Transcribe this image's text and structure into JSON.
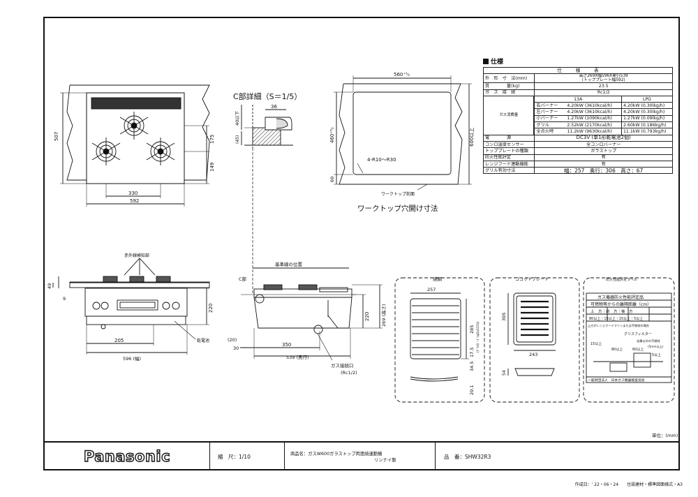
{
  "spec": {
    "title": "仕様",
    "header": "仕　　　様　　　表",
    "rows": [
      {
        "label": "外　形　寸　法(mm)",
        "value": "高さ269X幅596X奥行539\n(トッププレート幅592)"
      },
      {
        "label": "質　　　　量(kg)",
        "value": "23.5"
      },
      {
        "label": "ガ　ス　接　続",
        "value": "Rc1/2"
      }
    ],
    "gas_group_label": "ガス消費量",
    "gas_columns": [
      "13A",
      "LPG"
    ],
    "gas_rows": [
      {
        "label": "右バーナー",
        "a": "4.20kW (3610kcal/h)",
        "b": "4.20kW (0.30lkg/h)"
      },
      {
        "label": "左バーナー",
        "a": "4.20kW (3610kcal/h)",
        "b": "4.20kW (0.30lkg/h)"
      },
      {
        "label": "小バーナー",
        "a": "1.27kW (1090kcal/h)",
        "b": "1.27kW (0.09lkg/h)"
      },
      {
        "label": "グリル",
        "a": "2.52kW (2170kcal/h)",
        "b": "2.60kW (0.186kg/h)"
      },
      {
        "label": "全点火時",
        "a": "11.2kW (9630kcal/h)",
        "b": "11.1kW (0.793kg/h)"
      }
    ],
    "rows2": [
      {
        "label": "電　　　　源",
        "value": "DC3V (単1形乾電池2個)"
      },
      {
        "label": "コンロ温度センサー",
        "value": "全コンロバーナー"
      },
      {
        "label": "トッププレートの種類",
        "value": "ガラストップ"
      },
      {
        "label": "防火性能評定",
        "value": "有"
      },
      {
        "label": "レンジフード連動機能",
        "value": "有"
      },
      {
        "label": "グリル有効寸法",
        "value": "幅：257　奥行：306　高さ：67"
      }
    ]
  },
  "top_view": {
    "dim_507": "507",
    "dim_175": "175",
    "dim_149": "149",
    "dim_330": "330",
    "dim_592": "592"
  },
  "detail_c": {
    "title": "C部詳細（S＝1/5）",
    "dim_36": "36",
    "dim_40": "40以下",
    "dim_45": "(45)"
  },
  "cutout": {
    "dim_560": "560⁺⁵₀",
    "dim_460": "460⁺⁵₀",
    "dim_600": "600以上",
    "dim_60": "60",
    "radius": "4-R10～R30",
    "front_label": "ワークトップ前面",
    "caption": "ワークトップ穴開け寸法"
  },
  "front_view": {
    "sensor_label": "赤外線検知部",
    "dim_49": "49",
    "dim_9": "9",
    "dim_220": "220",
    "dim_205": "205",
    "dim_596": "596 (幅)",
    "battery_label": "乾電池"
  },
  "side_view": {
    "ref_line": "基準線の位置",
    "c_part": "C部",
    "dim_220": "220",
    "dim_269": "269 (高さ)",
    "dim_20": "(20)",
    "dim_30": "30",
    "dim_350": "350",
    "dim_539": "539 (奥行)",
    "gas_port": "ガス接続口",
    "gas_port2": "(Rc1/2)"
  },
  "grill_box": {
    "title": "焼網",
    "dim_257": "257",
    "dim_285": "285",
    "dim_285b": "(ｸﾞﾘﾙｶﾞｰﾄﾞ(φ5x115))",
    "dim_175": "17.5",
    "dim_345": "34.5",
    "dim_201": "20.1"
  },
  "cocotte_box": {
    "title": "ココットプレート",
    "dim_305": "305",
    "dim_243": "243",
    "dim_54": "54"
  },
  "label_box": {
    "title": "防火性能評定ラベル",
    "l1": "ガス機器防火性能評定品",
    "l2": "可燃物等からの離隔距離（cm）",
    "l3": "上　方｜前　方｜後　方",
    "l4": "80以上｜15以上｜15以上｜5以上",
    "l5": "上方がレンジフードファンまたは不燃材の場合",
    "l6": "グリスフィルター",
    "l7": "金属以外の不燃材",
    "l8": "(5mm以上)",
    "l9": "15以上",
    "l10": "80以上",
    "l11": "60以上",
    "l12": "5以上",
    "l13": "一般財団法人　日本ガス機器検査協会"
  },
  "unit": "単位：(mm)",
  "titleblock": {
    "brand": "Panasonic",
    "scale": "縮　尺：1/10",
    "product": "商品名：ガスW600ガラストップ両面焼連動機",
    "maker": "リンナイ製",
    "model": "品　番：SHW32R3"
  },
  "footer": "作成日：' 22・06・24　　住設建材・標準図面様式・A3"
}
